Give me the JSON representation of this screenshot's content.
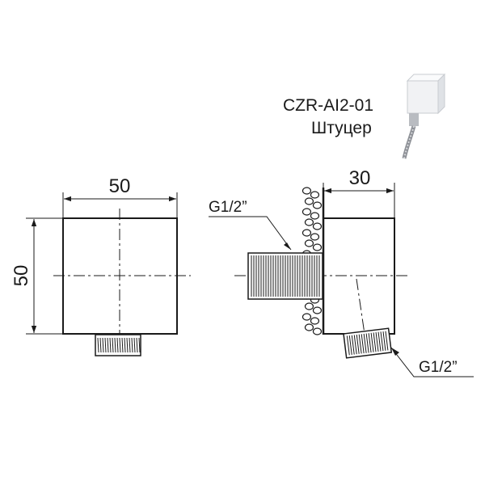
{
  "product": {
    "code": "CZR-AI2-01",
    "name": "Штуцер"
  },
  "front_view": {
    "width_label": "50",
    "height_label": "50"
  },
  "side_view": {
    "depth_label": "30",
    "inlet_thread_label": "G1/2”",
    "outlet_thread_label": "G1/2”"
  }
}
